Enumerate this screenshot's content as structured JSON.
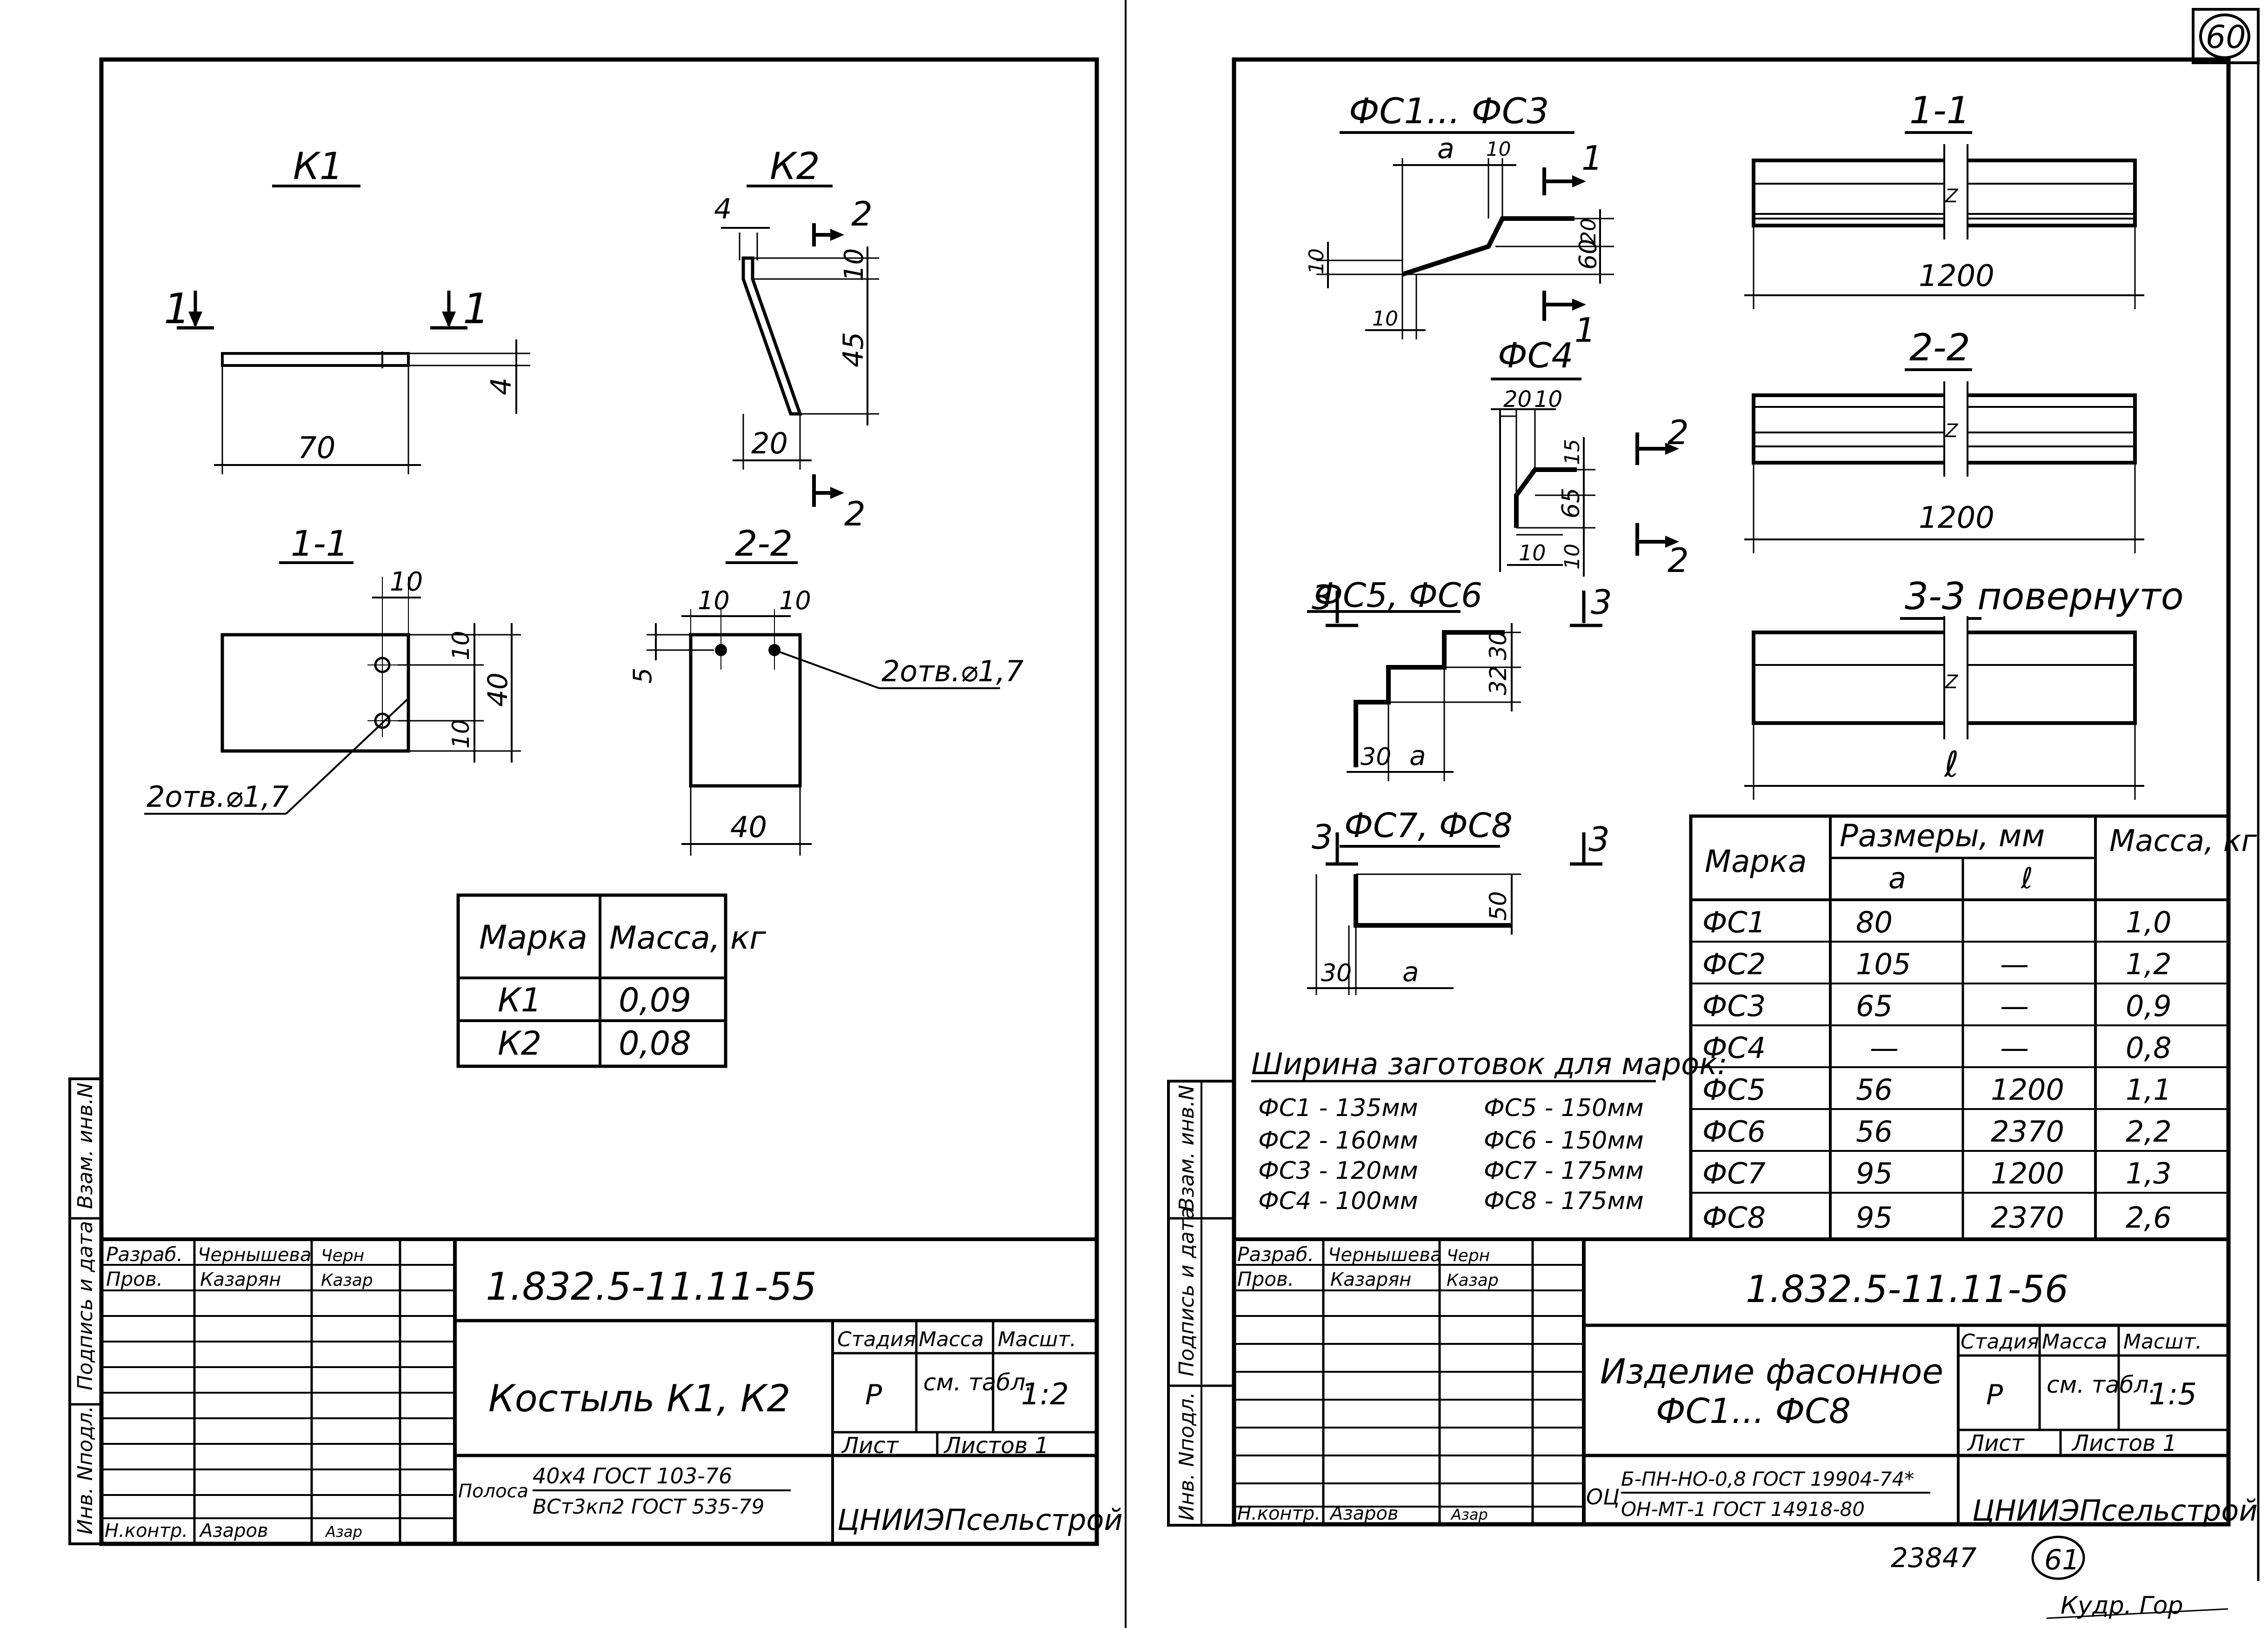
{
  "page_number": "60",
  "bottom_page_number": "61",
  "archive_number": "23847",
  "bottom_signature": "Кудр. Гор",
  "left_sheet": {
    "view_k1": "К1",
    "view_k2": "К2",
    "section_1_1": "1-1",
    "section_2_2": "2-2",
    "cut_mark_1": "1",
    "cut_mark_2": "2",
    "dims": {
      "k1_length": "70",
      "k1_thick": "4",
      "k2_top": "10",
      "k2_height": "45",
      "k2_bottom": "20",
      "k2_thick": "4",
      "s11_hole_x": "10",
      "s11_top": "10",
      "s11_height": "40",
      "s11_bottom": "10",
      "s22_x1": "10",
      "s22_x2": "10",
      "s22_y": "5",
      "s22_width": "40"
    },
    "holes_note_1": "2отв.⌀1,7",
    "holes_note_2": "2отв.⌀1,7",
    "mass_table": {
      "headers": [
        "Марка",
        "Масса, кг"
      ],
      "rows": [
        [
          "К1",
          "0,09"
        ],
        [
          "К2",
          "0,08"
        ]
      ]
    },
    "title_block": {
      "code": "1.832.5-11.11-55",
      "name": "Костыль К1, К2",
      "material_label": "Полоса",
      "material_line1": "40х4 ГОСТ 103-76",
      "material_line2": "ВСт3кп2 ГОСТ 535-79",
      "stage_header": "Стадия",
      "mass_header": "Масса",
      "scale_header": "Масшт.",
      "stage": "Р",
      "mass": "см. табл.",
      "scale": "1:2",
      "sheet_label": "Лист",
      "sheets_label": "Листов 1",
      "org": "ЦНИИЭПсельстрой",
      "roles": [
        {
          "role": "Разраб.",
          "name": "Чернышева",
          "sign": "Черн"
        },
        {
          "role": "Пров.",
          "name": "Казарян",
          "sign": "Казар"
        },
        {
          "role": "Н.контр.",
          "name": "Азаров",
          "sign": "Азар"
        }
      ]
    },
    "side_stamps": [
      "Взам. инв.N",
      "Подпись и дата",
      "Инв. Nподл."
    ]
  },
  "right_sheet": {
    "view_fs1_3": "ФС1... ФС3",
    "view_fs4": "ФС4",
    "view_fs5_6": "ФС5, ФС6",
    "view_fs7_8": "ФС7, ФС8",
    "section_1_1": "1-1",
    "section_2_2": "2-2",
    "section_3_3": "3-3 повернуто",
    "cut_mark_1": "1",
    "cut_mark_2": "2",
    "cut_mark_3": "3",
    "dims": {
      "fs13_a": "a",
      "fs13_10a": "10",
      "fs13_10b": "10",
      "fs13_20": "20",
      "fs13_60": "60",
      "fs13_10c": "10",
      "fs4_20": "20",
      "fs4_10": "10",
      "fs4_15": "15",
      "fs4_65": "65",
      "fs4_10b": "10",
      "fs4_10c": "10",
      "fs56_30": "30",
      "fs56_32": "32",
      "fs56_30b": "30",
      "fs56_a": "a",
      "fs78_50": "50",
      "fs78_30": "30",
      "fs78_a": "a",
      "len_1200a": "1200",
      "len_1200b": "1200",
      "len_l": "ℓ",
      "break": "Z"
    },
    "widths_title": "Ширина заготовок для марок:",
    "widths": [
      [
        "ФС1 - 135мм",
        "ФС5 - 150мм"
      ],
      [
        "ФС2 - 160мм",
        "ФС6 - 150мм"
      ],
      [
        "ФС3 - 120мм",
        "ФС7 - 175мм"
      ],
      [
        "ФС4 - 100мм",
        "ФС8 - 175мм"
      ]
    ],
    "table": {
      "h_mark": "Марка",
      "h_sizes": "Размеры, мм",
      "h_mass": "Масса, кг",
      "h_a": "a",
      "h_l": "ℓ",
      "rows": [
        [
          "ФС1",
          "80",
          "",
          "1,0"
        ],
        [
          "ФС2",
          "105",
          "—",
          "1,2"
        ],
        [
          "ФС3",
          "65",
          "—",
          "0,9"
        ],
        [
          "ФС4",
          "—",
          "—",
          "0,8"
        ],
        [
          "ФС5",
          "56",
          "1200",
          "1,1"
        ],
        [
          "ФС6",
          "56",
          "2370",
          "2,2"
        ],
        [
          "ФС7",
          "95",
          "1200",
          "1,3"
        ],
        [
          "ФС8",
          "95",
          "2370",
          "2,6"
        ]
      ]
    },
    "title_block": {
      "code": "1.832.5-11.11-56",
      "name_line1": "Изделие фасонное",
      "name_line2": "ФС1... ФС8",
      "material_label": "ОЦ",
      "material_line1": "Б-ПН-НО-0,8 ГОСТ 19904-74*",
      "material_line2": "ОН-МТ-1 ГОСТ 14918-80",
      "stage_header": "Стадия",
      "mass_header": "Масса",
      "scale_header": "Масшт.",
      "stage": "Р",
      "mass": "см. табл.",
      "scale": "1:5",
      "sheet_label": "Лист",
      "sheets_label": "Листов 1",
      "org": "ЦНИИЭПсельстрой",
      "roles": [
        {
          "role": "Разраб.",
          "name": "Чернышева",
          "sign": "Черн"
        },
        {
          "role": "Пров.",
          "name": "Казарян",
          "sign": "Казар"
        },
        {
          "role": "Н.контр.",
          "name": "Азаров",
          "sign": "Азар"
        }
      ]
    },
    "side_stamps": [
      "Взам. инв.N",
      "Подпись и дата",
      "Инв. Nподл."
    ]
  }
}
